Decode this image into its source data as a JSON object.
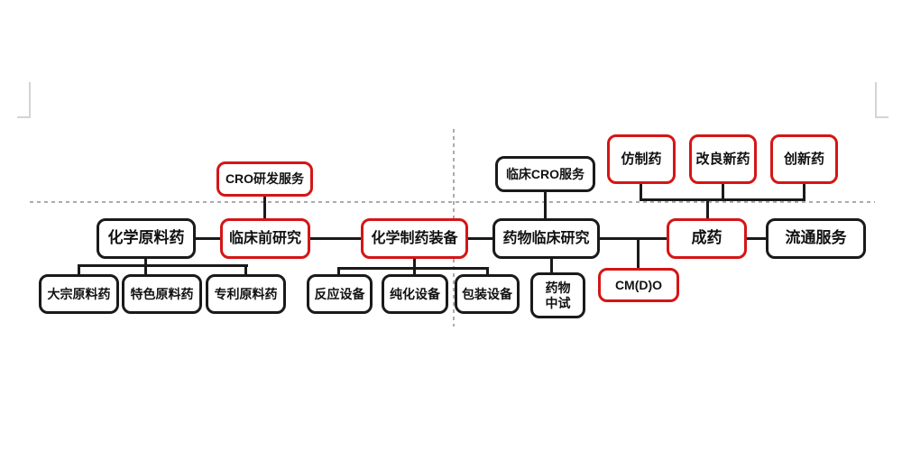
{
  "colors": {
    "red": "#d51515",
    "black": "#1a1a1a",
    "dash": "#ababab",
    "mark": "#d4d4d4",
    "text": "#111111",
    "background": "#ffffff"
  },
  "nodes": {
    "cro_rd_service": {
      "label": "CRO研发服务",
      "border": "red"
    },
    "clinical_cro_service": {
      "label": "临床CRO服务",
      "border": "black"
    },
    "generic_drug": {
      "label": "仿制药",
      "border": "red"
    },
    "improved_new_drug": {
      "label": "改良新药",
      "border": "red"
    },
    "innovative_drug": {
      "label": "创新药",
      "border": "red"
    },
    "chemical_api": {
      "label": "化学原料药",
      "border": "black"
    },
    "preclinical_research": {
      "label": "临床前研究",
      "border": "red"
    },
    "pharma_equipment": {
      "label": "化学制药装备",
      "border": "red"
    },
    "clinical_research": {
      "label": "药物临床研究",
      "border": "black"
    },
    "finished_drug": {
      "label": "成药",
      "border": "red"
    },
    "distribution_service": {
      "label": "流通服务",
      "border": "black"
    },
    "bulk_api": {
      "label": "大宗原料药",
      "border": "black"
    },
    "specialty_api": {
      "label": "特色原料药",
      "border": "black"
    },
    "patent_api": {
      "label": "专利原料药",
      "border": "black"
    },
    "reaction_equipment": {
      "label": "反应设备",
      "border": "black"
    },
    "purification_equipment": {
      "label": "纯化设备",
      "border": "black"
    },
    "packaging_equipment": {
      "label": "包装设备",
      "border": "black"
    },
    "drug_pilot": {
      "label": "药物中试",
      "border": "black"
    },
    "cmdo": {
      "label": "CM(D)O",
      "border": "red"
    }
  },
  "edges": [
    [
      "cro_rd_service",
      "preclinical_research"
    ],
    [
      "clinical_cro_service",
      "clinical_research"
    ],
    [
      "generic_drug",
      "finished_drug"
    ],
    [
      "improved_new_drug",
      "finished_drug"
    ],
    [
      "innovative_drug",
      "finished_drug"
    ],
    [
      "chemical_api",
      "preclinical_research"
    ],
    [
      "preclinical_research",
      "pharma_equipment"
    ],
    [
      "pharma_equipment",
      "clinical_research"
    ],
    [
      "clinical_research",
      "finished_drug"
    ],
    [
      "finished_drug",
      "distribution_service"
    ],
    [
      "chemical_api",
      "bulk_api"
    ],
    [
      "chemical_api",
      "specialty_api"
    ],
    [
      "chemical_api",
      "patent_api"
    ],
    [
      "pharma_equipment",
      "reaction_equipment"
    ],
    [
      "pharma_equipment",
      "purification_equipment"
    ],
    [
      "pharma_equipment",
      "packaging_equipment"
    ],
    [
      "clinical_research",
      "drug_pilot"
    ],
    [
      "clinical_research",
      "cmdo"
    ]
  ]
}
